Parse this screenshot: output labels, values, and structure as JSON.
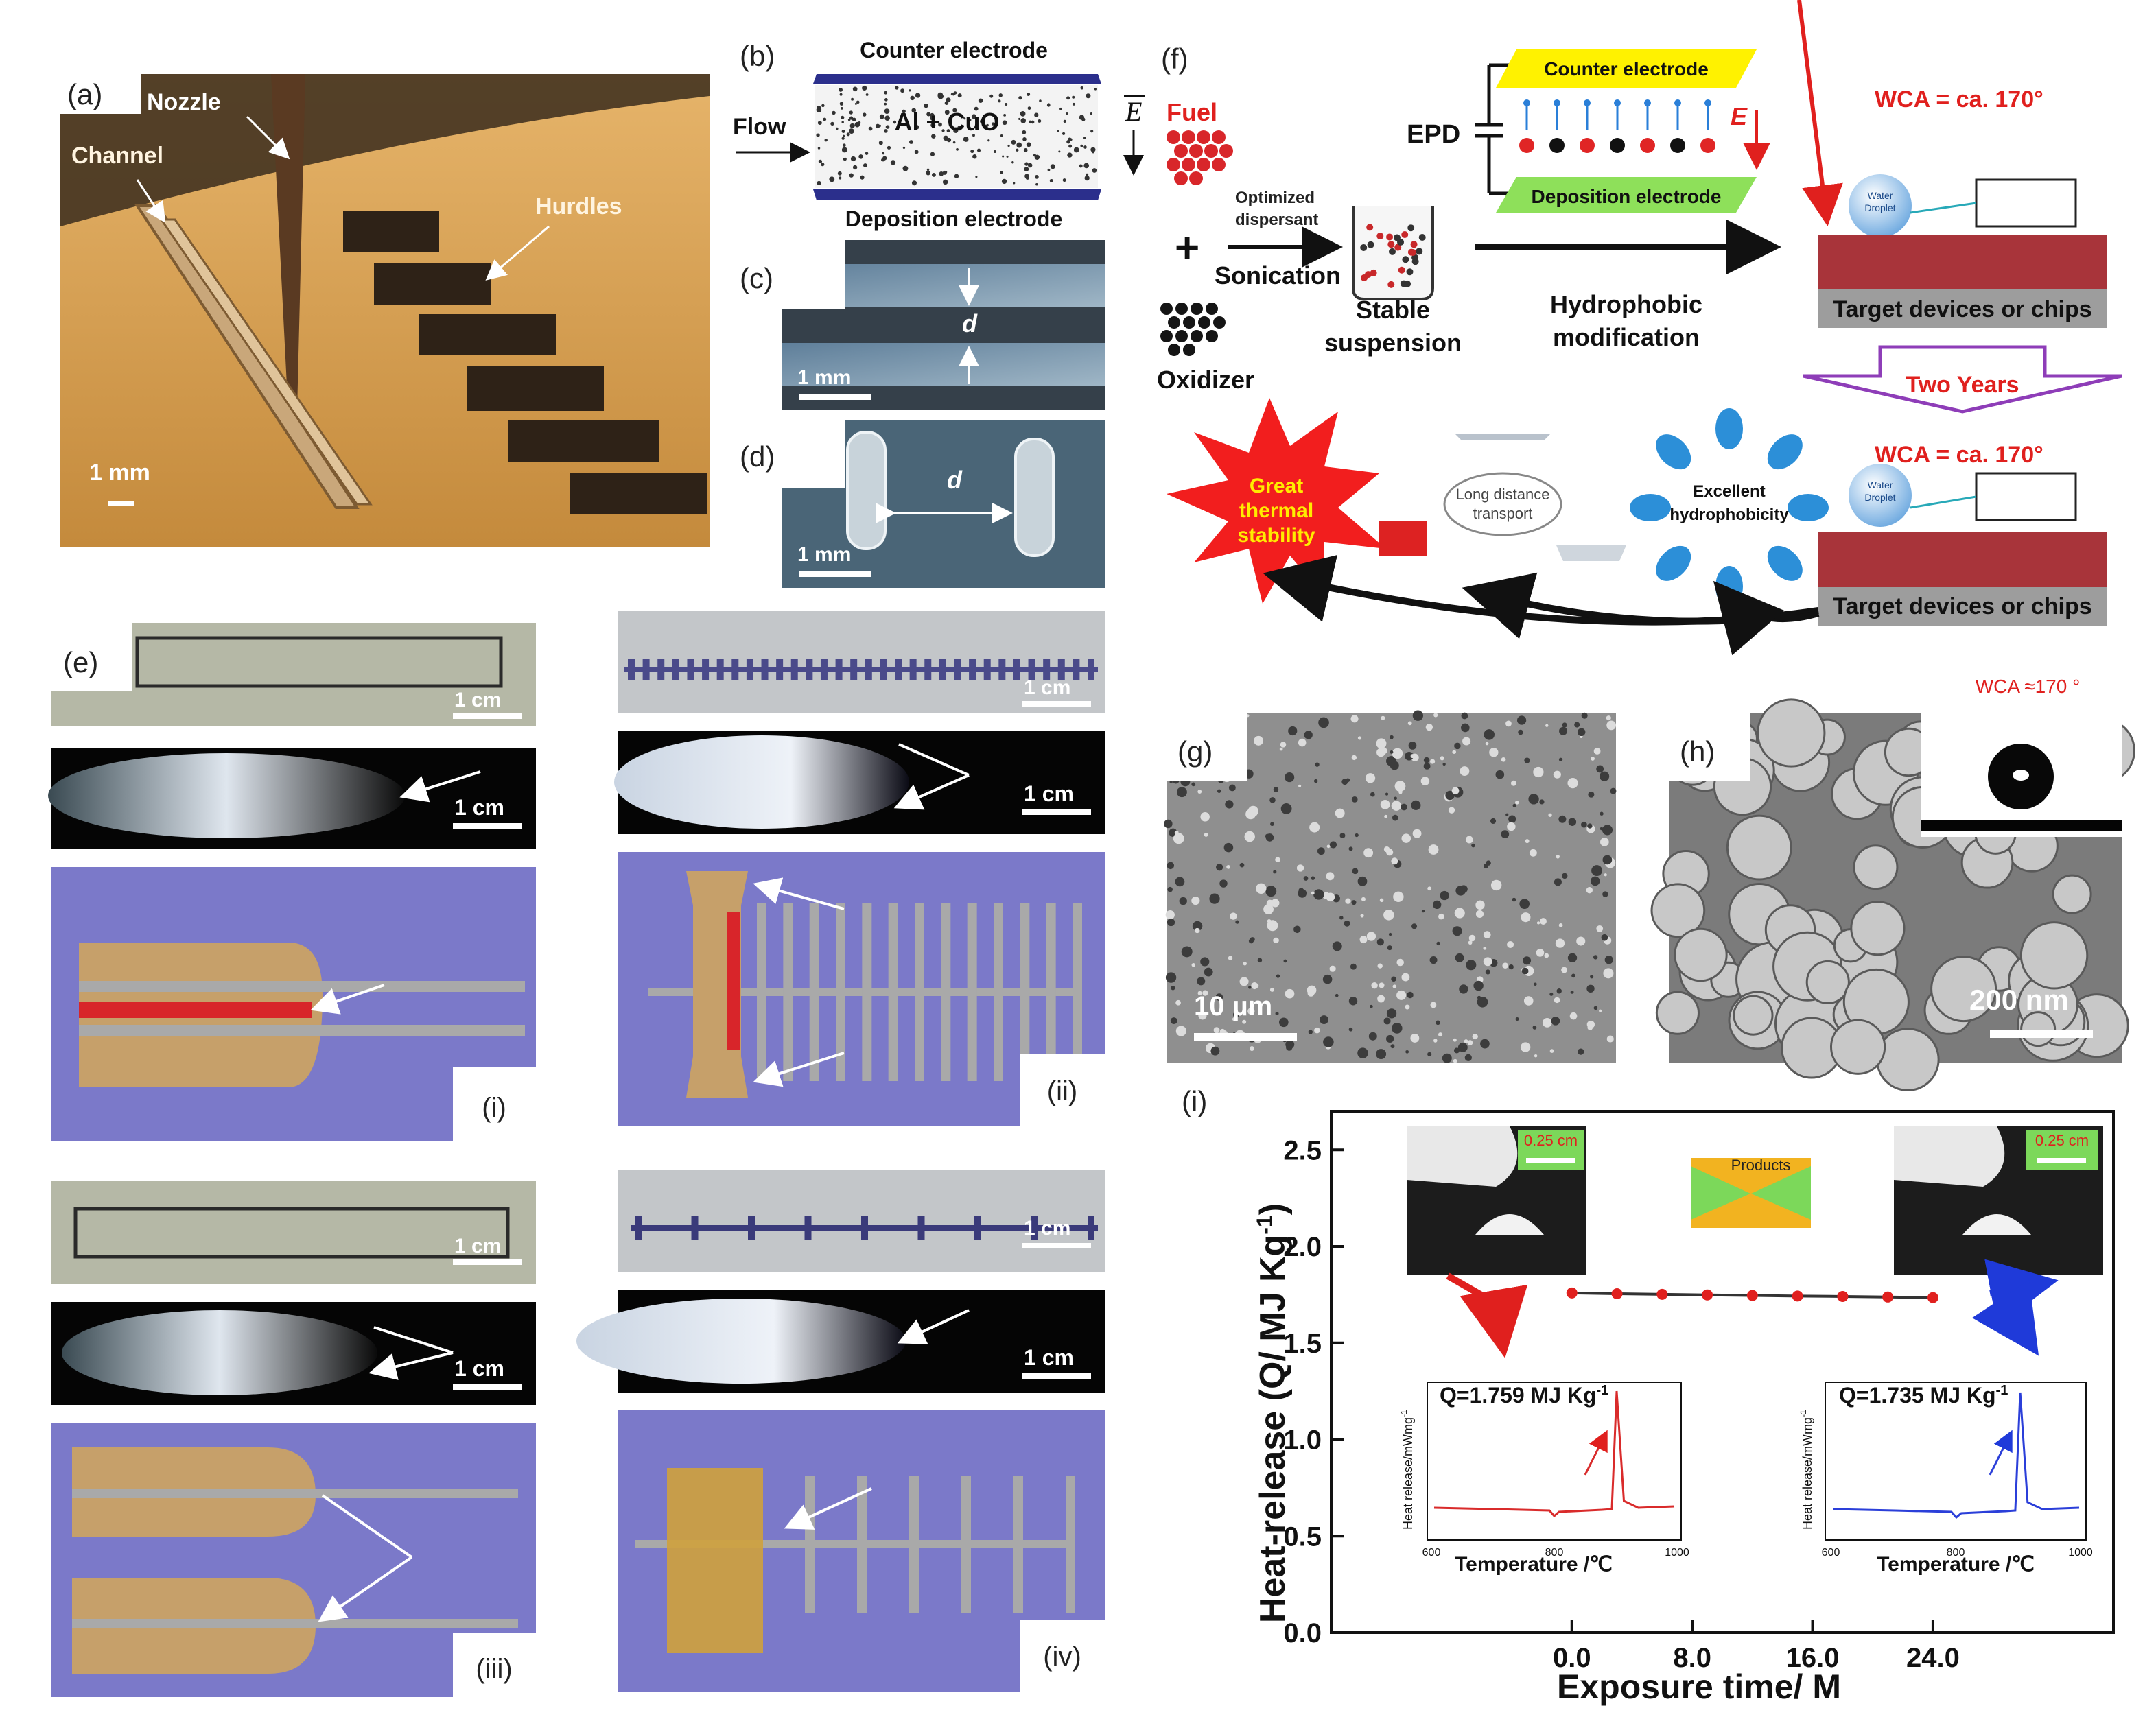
{
  "labels": {
    "a": "(a)",
    "b": "(b)",
    "c": "(c)",
    "d": "(d)",
    "e": "(e)",
    "f": "(f)",
    "g": "(g)",
    "h": "(h)",
    "i": "(i)",
    "sub_i": "(i)",
    "sub_ii": "(ii)",
    "sub_iii": "(iii)",
    "sub_iv": "(iv)"
  },
  "panel_a": {
    "nozzle": "Nozzle",
    "channel": "Channel",
    "hurdles": "Hurdles",
    "scale": "1 mm"
  },
  "panel_b": {
    "counter": "Counter electrode",
    "flow": "Flow",
    "material": "Al + CuO",
    "field": "E",
    "deposition": "Deposition electrode"
  },
  "panel_c": {
    "dim": "d",
    "scale": "1 mm"
  },
  "panel_d": {
    "dim": "d",
    "scale": "1 mm"
  },
  "panel_e": {
    "scale": "1 cm"
  },
  "panel_f": {
    "fuel": "Fuel",
    "plus": "+",
    "oxidizer": "Oxidizer",
    "dispersant_1": "Optimized",
    "dispersant_2": "dispersant",
    "sonication": "Sonication",
    "stable_1": "Stable",
    "stable_2": "suspension",
    "epd": "EPD",
    "counter": "Counter electrode",
    "deposition": "Deposition electrode",
    "field": "E",
    "hydro_1": "Hydrophobic",
    "hydro_2": "modification",
    "wca_top": "WCA = ca. 170°",
    "wca_bottom": "WCA = ca. 170°",
    "droplet_1": "Water",
    "droplet_2": "Droplet",
    "target_top": "Target devices or chips",
    "target_bottom": "Target devices or chips",
    "two_years": "Two Years",
    "great_1": "Great",
    "great_2": "thermal",
    "great_3": "stability",
    "long_1": "Long distance",
    "long_2": "transport",
    "excellent_1": "Excellent",
    "excellent_2": "hydrophobicity"
  },
  "panel_g": {
    "scale": "10 µm"
  },
  "panel_h": {
    "scale": "200 nm",
    "wca": "WCA ≈170 °"
  },
  "panel_i": {
    "inset_scale_left": "0.25 cm",
    "inset_scale_right": "0.25 cm",
    "products": "Products",
    "q_left": "Q=1.759 MJ Kg",
    "q_right": "Q=1.735 MJ Kg",
    "q_sup": "-1",
    "dsc_xlabel": "Temperature /℃",
    "dsc_ylabel": "Heat release/mWmg",
    "dsc_ticks": [
      "600",
      "800",
      "1000"
    ],
    "series_colors": {
      "left": "#d92b2b",
      "right": "#2b3fd9"
    }
  },
  "chart_data": {
    "type": "line",
    "xlabel": "Exposure time/ M",
    "ylabel": "Heat-release (Q/ MJ Kg",
    "ylabel_sup": "-1",
    "ylabel_end": ")",
    "x_ticks": [
      "0.0",
      "8.0",
      "16.0",
      "24.0"
    ],
    "y_ticks": [
      "0.0",
      "0.5",
      "1.0",
      "1.5",
      "2.0",
      "2.5"
    ],
    "xlim": [
      -16,
      36
    ],
    "ylim": [
      0,
      2.7
    ],
    "x": [
      0,
      3,
      6,
      9,
      12,
      15,
      18,
      21,
      24
    ],
    "values": [
      1.759,
      1.755,
      1.752,
      1.749,
      1.746,
      1.743,
      1.741,
      1.738,
      1.735
    ]
  }
}
